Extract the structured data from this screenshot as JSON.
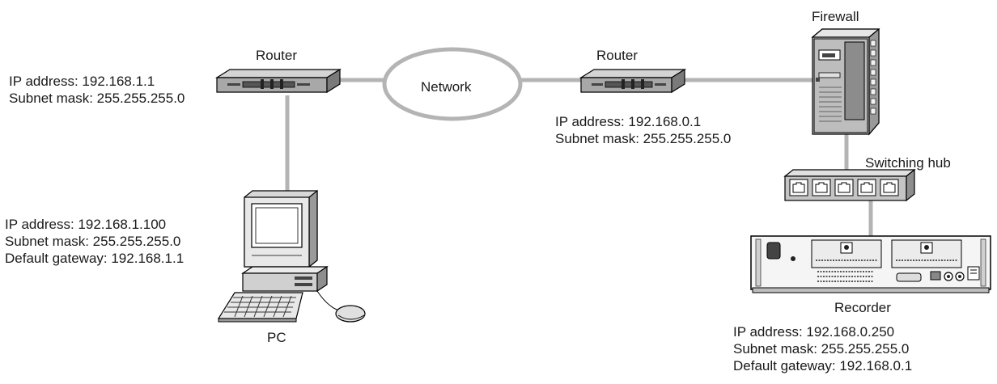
{
  "diagram": {
    "network_label": "Network",
    "router_left": {
      "title": "Router",
      "ip": "IP address: 192.168.1.1",
      "mask": "Subnet mask: 255.255.255.0"
    },
    "router_right": {
      "title": "Router",
      "ip": "IP address: 192.168.0.1",
      "mask": "Subnet mask: 255.255.255.0"
    },
    "firewall": {
      "title": "Firewall"
    },
    "switching_hub": {
      "title": "Switching hub"
    },
    "pc": {
      "title": "PC",
      "ip": "IP address: 192.168.1.100",
      "mask": "Subnet mask: 255.255.255.0",
      "gateway": "Default gateway: 192.168.1.1"
    },
    "recorder": {
      "title": "Recorder",
      "ip": "IP address: 192.168.0.250",
      "mask": "Subnet mask: 255.255.255.0",
      "gateway": "Default gateway: 192.168.0.1"
    }
  }
}
